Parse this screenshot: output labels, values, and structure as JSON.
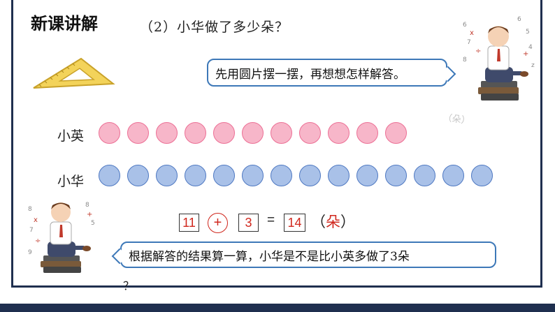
{
  "header": {
    "title": "新课讲解",
    "question": "（2）小华做了多少朵？"
  },
  "tips": {
    "top": "先用圆片摆一摆，再想想怎样解答。",
    "bottom": "根据解答的结果算一算，小华是不是比小英多做了3朵",
    "bottom_trailing": "？",
    "faint": "（朵）"
  },
  "rows": {
    "ying": {
      "label": "小英",
      "count": 11,
      "color": "#f7b6c9"
    },
    "hua": {
      "label": "小华",
      "count": 14,
      "color": "#a9c1e8"
    }
  },
  "equation": {
    "a": "11",
    "op": "+",
    "b": "3",
    "eq": "=",
    "result": "14",
    "unit_open": "（",
    "unit": "朵",
    "unit_close": "）"
  },
  "colors": {
    "frame": "#1f2f4f",
    "bubble_border": "#3d78b8",
    "answer_red": "#d0271d"
  },
  "icons": {
    "ruler": "set-square-ruler-icon",
    "student": "student-sitting-on-books-icon"
  }
}
